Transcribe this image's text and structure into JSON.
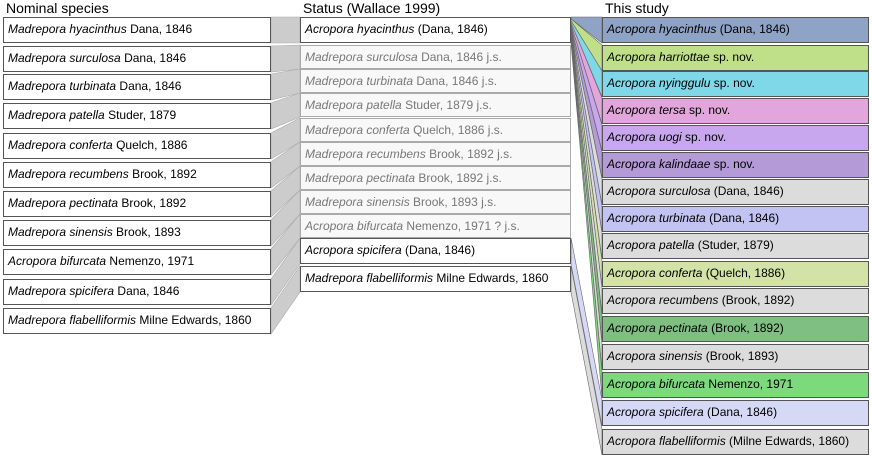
{
  "headers": {
    "nominal": "Nominal species",
    "status": "Status (Wallace 1999)",
    "study": "This study"
  },
  "nominal": [
    {
      "genus": "Madrepora",
      "species": "hyacinthus",
      "author": "Dana, 1846"
    },
    {
      "genus": "Madrepora",
      "species": "surculosa",
      "author": "Dana, 1846"
    },
    {
      "genus": "Madrepora",
      "species": "turbinata",
      "author": "Dana, 1846"
    },
    {
      "genus": "Madrepora",
      "species": "patella",
      "author": "Studer, 1879"
    },
    {
      "genus": "Madrepora",
      "species": "conferta",
      "author": "Quelch, 1886"
    },
    {
      "genus": "Madrepora",
      "species": "recumbens",
      "author": "Brook, 1892"
    },
    {
      "genus": "Madrepora",
      "species": "pectinata",
      "author": "Brook, 1892"
    },
    {
      "genus": "Madrepora",
      "species": "sinensis",
      "author": "Brook, 1893"
    },
    {
      "genus": "Acropora",
      "species": "bifurcata",
      "author": "Nemenzo, 1971"
    },
    {
      "genus": "Madrepora",
      "species": "spicifera",
      "author": "Dana, 1846"
    },
    {
      "genus": "Madrepora",
      "species": "flabelliformis",
      "author": "Milne Edwards, 1860"
    }
  ],
  "status": [
    {
      "genus": "Acropora",
      "species": "hyacinthus",
      "author": "(Dana, 1846)",
      "synonym": false
    },
    {
      "genus": "Madrepora",
      "species": "surculosa",
      "author": "Dana, 1846 j.s.",
      "synonym": true
    },
    {
      "genus": "Madrepora",
      "species": "turbinata",
      "author": "Dana, 1846 j.s.",
      "synonym": true
    },
    {
      "genus": "Madrepora",
      "species": "patella",
      "author": "Studer, 1879 j.s.",
      "synonym": true
    },
    {
      "genus": "Madrepora",
      "species": "conferta",
      "author": "Quelch, 1886 j.s.",
      "synonym": true
    },
    {
      "genus": "Madrepora",
      "species": "recumbens",
      "author": "Brook, 1892 j.s.",
      "synonym": true
    },
    {
      "genus": "Madrepora",
      "species": "pectinata",
      "author": "Brook, 1892 j.s.",
      "synonym": true
    },
    {
      "genus": "Madrepora",
      "species": "sinensis",
      "author": "Brook, 1893 j.s.",
      "synonym": true
    },
    {
      "genus": "Acropora",
      "species": "bifurcata",
      "author": "Nemenzo, 1971 ? j.s.",
      "synonym": true
    },
    {
      "genus": "Acropora",
      "species": "spicifera",
      "author": "(Dana, 1846)",
      "synonym": false
    },
    {
      "genus": "Madrepora",
      "species": "flabelliformis",
      "author": "Milne Edwards, 1860",
      "synonym": false
    }
  ],
  "study": [
    {
      "genus": "Acropora",
      "species": "hyacinthus",
      "author": "(Dana, 1846)",
      "color": "#8ea3c6"
    },
    {
      "genus": "Acropora",
      "species": "harriottae",
      "author": "sp. nov.",
      "color": "#bfe089"
    },
    {
      "genus": "Acropora",
      "species": "nyinggulu",
      "author": "sp. nov.",
      "color": "#7fd8e8"
    },
    {
      "genus": "Acropora",
      "species": "tersa",
      "author": "sp. nov.",
      "color": "#e3a6dc"
    },
    {
      "genus": "Acropora",
      "species": "uogi",
      "author": "sp. nov.",
      "color": "#c8a7ee"
    },
    {
      "genus": "Acropora",
      "species": "kalindaae",
      "author": "sp. nov.",
      "color": "#b49ad6"
    },
    {
      "genus": "Acropora",
      "species": "surculosa",
      "author": "(Dana, 1846)",
      "color": "#dcdcdc"
    },
    {
      "genus": "Acropora",
      "species": "turbinata",
      "author": "(Dana, 1846)",
      "color": "#c3c3f3"
    },
    {
      "genus": "Acropora",
      "species": "patella",
      "author": "(Studer, 1879)",
      "color": "#dcdcdc"
    },
    {
      "genus": "Acropora",
      "species": "conferta",
      "author": "(Quelch, 1886)",
      "color": "#d3e3a8"
    },
    {
      "genus": "Acropora",
      "species": "recumbens",
      "author": "(Brook, 1892)",
      "color": "#dcdcdc"
    },
    {
      "genus": "Acropora",
      "species": "pectinata",
      "author": "(Brook, 1892)",
      "color": "#7fbf82"
    },
    {
      "genus": "Acropora",
      "species": "sinensis",
      "author": "(Brook, 1893)",
      "color": "#dcdcdc"
    },
    {
      "genus": "Acropora",
      "species": "bifurcata",
      "author": "Nemenzo, 1971",
      "color": "#7cd97c"
    },
    {
      "genus": "Acropora",
      "species": "spicifera",
      "author": "(Dana, 1846)",
      "color": "#d5d9f6"
    },
    {
      "genus": "Acropora",
      "species": "flabelliformis",
      "author": "(Milne Edwards, 1860)",
      "color": "#dcdcdc"
    }
  ],
  "links_nominal_to_status": [
    [
      0,
      0
    ],
    [
      1,
      1
    ],
    [
      2,
      2
    ],
    [
      3,
      3
    ],
    [
      4,
      4
    ],
    [
      5,
      5
    ],
    [
      6,
      6
    ],
    [
      7,
      7
    ],
    [
      8,
      8
    ],
    [
      9,
      9
    ],
    [
      10,
      10
    ]
  ],
  "links_status_to_study": [
    [
      0,
      0
    ],
    [
      0,
      1
    ],
    [
      0,
      2
    ],
    [
      0,
      3
    ],
    [
      0,
      4
    ],
    [
      0,
      5
    ],
    [
      0,
      6
    ],
    [
      0,
      7
    ],
    [
      0,
      8
    ],
    [
      0,
      9
    ],
    [
      0,
      10
    ],
    [
      0,
      11
    ],
    [
      0,
      12
    ],
    [
      0,
      13
    ],
    [
      9,
      14
    ],
    [
      10,
      15
    ]
  ],
  "link_colors": {
    "gray": "#cccccc",
    "gray_dark": "#aaaaaa"
  }
}
